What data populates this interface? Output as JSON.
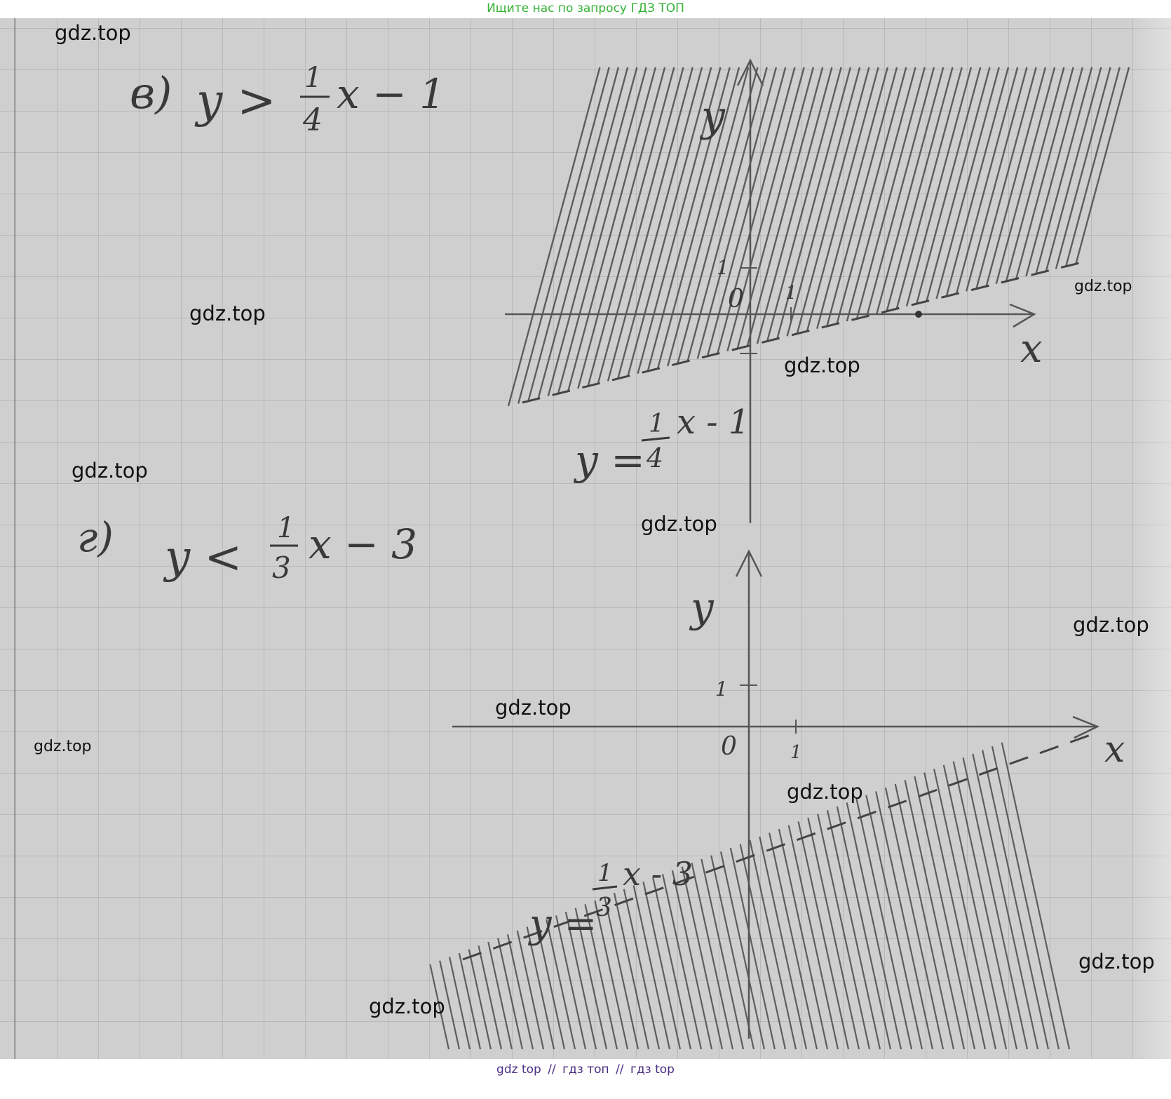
{
  "banner": {
    "text": "Ищите нас по запросу ГДЗ ТОП",
    "color": "#33b233"
  },
  "footer": {
    "link1": "gdz top",
    "sep1": "//",
    "link2": "гдз топ",
    "sep2": "//",
    "link3": "гдз top",
    "color": "#4b2e83"
  },
  "watermark": "gdz.top",
  "problem_v": {
    "label": "в)",
    "inequality": "y > ",
    "frac_num": "1",
    "frac_den": "4",
    "tail": "x − 1",
    "graph": {
      "axis_x": "x",
      "axis_y": "y",
      "origin": "0",
      "unit_x": "1",
      "unit_y": "1",
      "line_label_lhs": "y =",
      "line_num": "1",
      "line_den": "4",
      "line_tail": "x - 1"
    }
  },
  "problem_g": {
    "label": "г)",
    "inequality": "y < ",
    "frac_num": "1",
    "frac_den": "3",
    "tail": "x − 3",
    "graph": {
      "axis_x": "x",
      "axis_y": "y",
      "origin": "0",
      "unit_x": "1",
      "unit_y": "1",
      "line_label_lhs": "y =",
      "line_num": "1",
      "line_den": "3",
      "line_tail": "x - 3"
    }
  },
  "colors": {
    "paper": "#cfcfcf",
    "pencil": "#3a3a3a"
  }
}
